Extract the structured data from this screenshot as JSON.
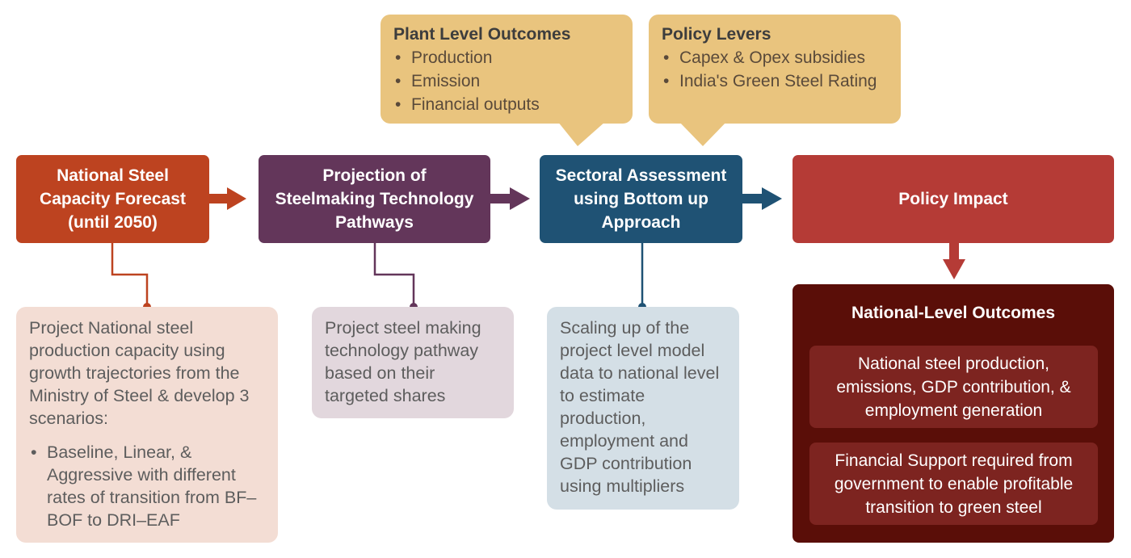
{
  "plant_outcomes": {
    "title": "Plant Level Outcomes",
    "items": [
      "Production",
      "Emission",
      "Financial outputs"
    ]
  },
  "policy_levers": {
    "title": "Policy Levers",
    "items": [
      "Capex & Opex subsidies",
      "India's Green Steel Rating"
    ]
  },
  "steps": [
    {
      "title": "National Steel Capacity Forecast (until 2050)",
      "color": "#bd4320"
    },
    {
      "title": "Projection of Steelmaking Technology Pathways",
      "color": "#63365a"
    },
    {
      "title": "Sectoral Assessment using Bottom up Approach",
      "color": "#1f5274"
    },
    {
      "title": "Policy Impact",
      "color": "#b53b36"
    }
  ],
  "details": [
    {
      "text": "Project National steel production capacity using growth trajectories from the Ministry of Steel & develop 3 scenarios:",
      "bullet": "Baseline, Linear, & Aggressive with different rates of transition from BF–BOF to DRI–EAF"
    },
    {
      "text": "Project steel making technology pathway based on their targeted shares"
    },
    {
      "text": "Scaling up of the project level model data to national level to estimate production, employment and GDP contribution using multipliers"
    }
  ],
  "national": {
    "title": "National-Level Outcomes",
    "items": [
      "National steel production, emissions, GDP contribution, & employment generation",
      "Financial Support required from government to enable profitable transition to green steel"
    ]
  }
}
